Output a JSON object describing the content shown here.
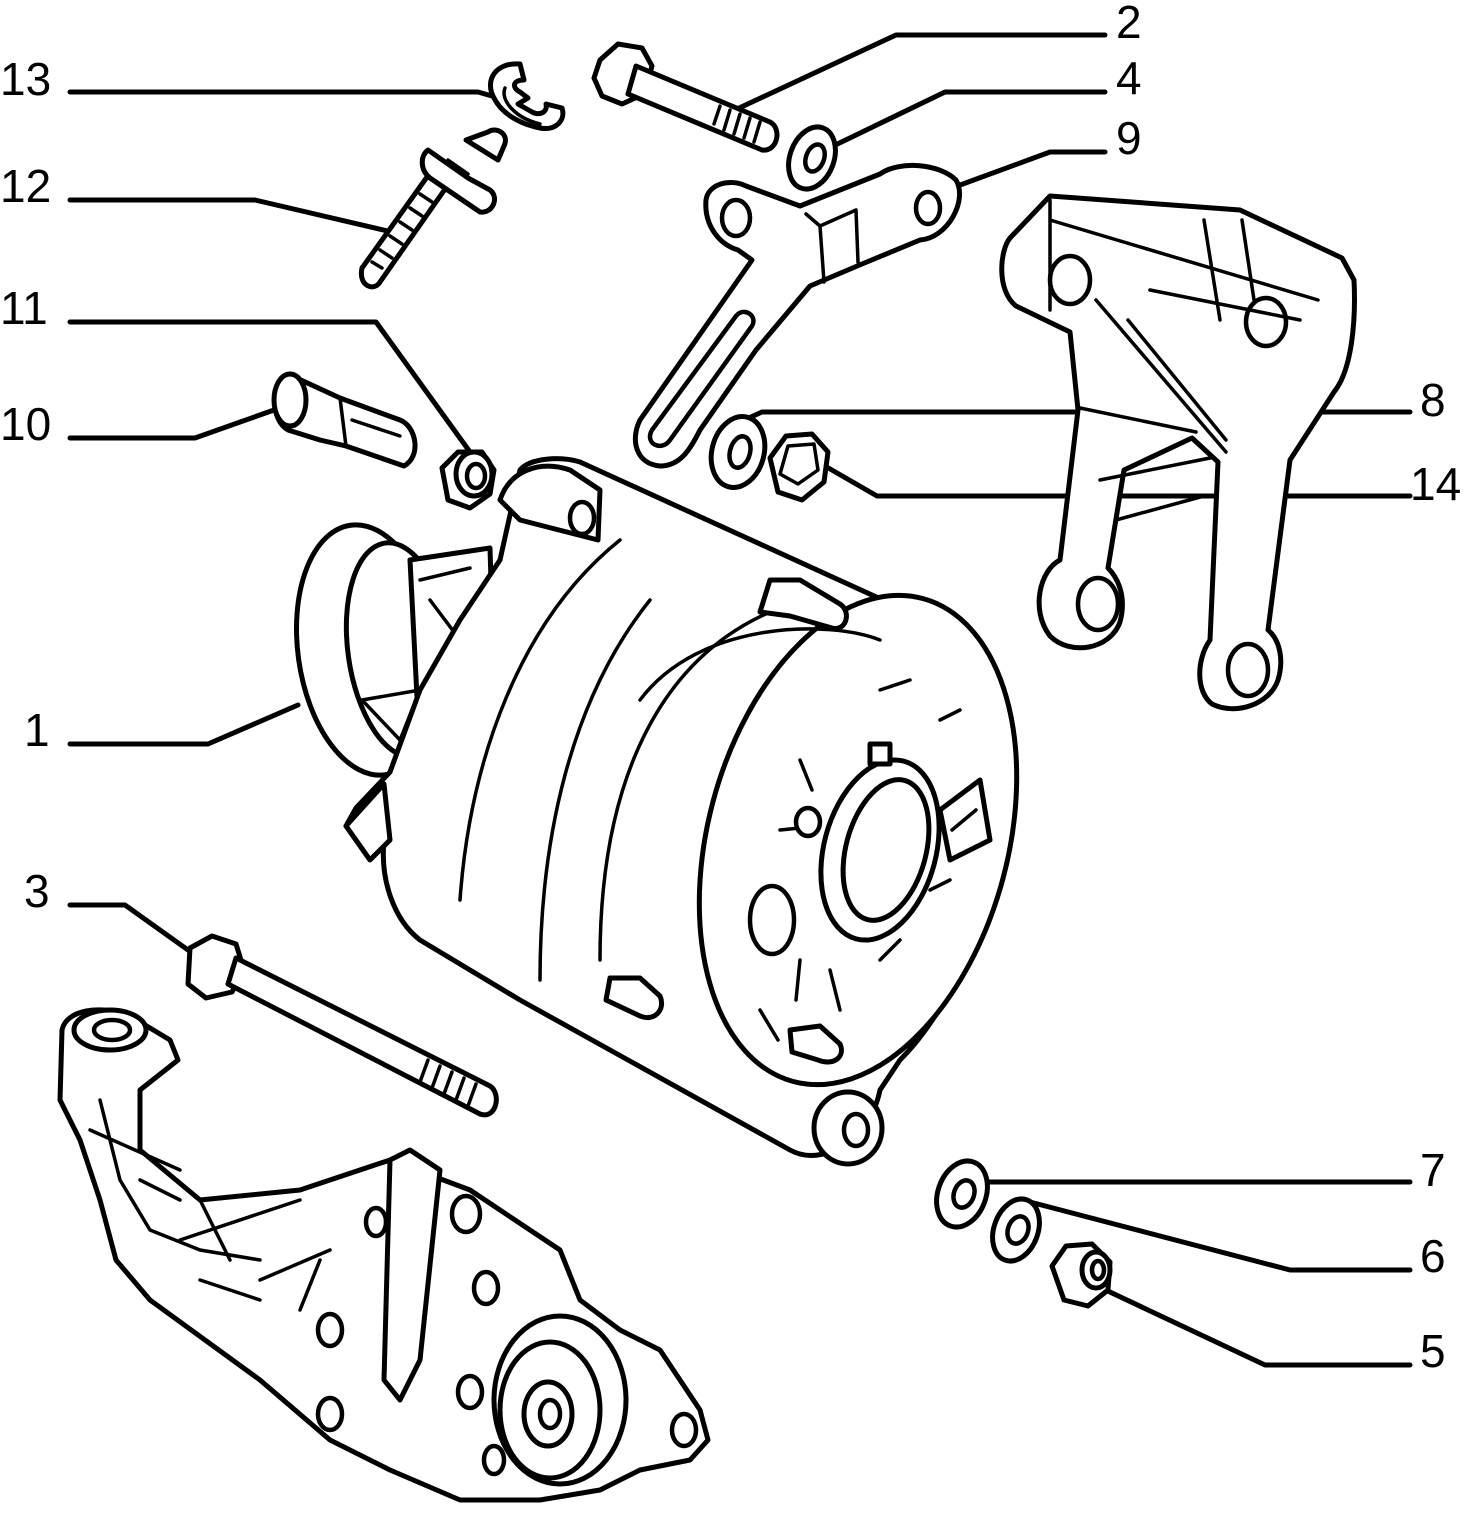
{
  "callouts": [
    {
      "id": "c13",
      "label": "13"
    },
    {
      "id": "c12",
      "label": "12"
    },
    {
      "id": "c11",
      "label": "11"
    },
    {
      "id": "c10",
      "label": "10"
    },
    {
      "id": "c1",
      "label": "1"
    },
    {
      "id": "c3",
      "label": "3"
    },
    {
      "id": "c2",
      "label": "2"
    },
    {
      "id": "c4",
      "label": "4"
    },
    {
      "id": "c9",
      "label": "9"
    },
    {
      "id": "c8",
      "label": "8"
    },
    {
      "id": "c14",
      "label": "14"
    },
    {
      "id": "c7",
      "label": "7"
    },
    {
      "id": "c6",
      "label": "6"
    },
    {
      "id": "c5",
      "label": "5"
    }
  ],
  "colors": {
    "line": "#000000",
    "background": "#ffffff"
  }
}
